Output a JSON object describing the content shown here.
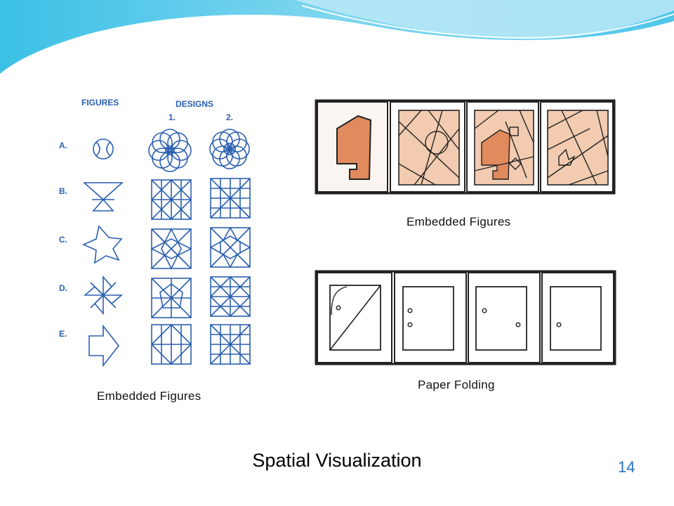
{
  "slide": {
    "title": "Spatial Visualization",
    "number": "14"
  },
  "left_figure": {
    "header_figures": "FIGURES",
    "header_designs": "DESIGNS",
    "col_1": "1.",
    "col_2": "2.",
    "rows": [
      "A.",
      "B.",
      "C.",
      "D.",
      "E."
    ],
    "caption": "Embedded Figures"
  },
  "top_right_figure": {
    "caption": "Embedded Figures"
  },
  "bottom_right_figure": {
    "caption": "Paper Folding"
  },
  "colors": {
    "wave_dark": "#3cc0e6",
    "wave_light": "#bfeaf7",
    "line_blue": "#2a5fb0",
    "fill_orange": "#e08a5e",
    "fill_tan": "#f2cbb0"
  }
}
